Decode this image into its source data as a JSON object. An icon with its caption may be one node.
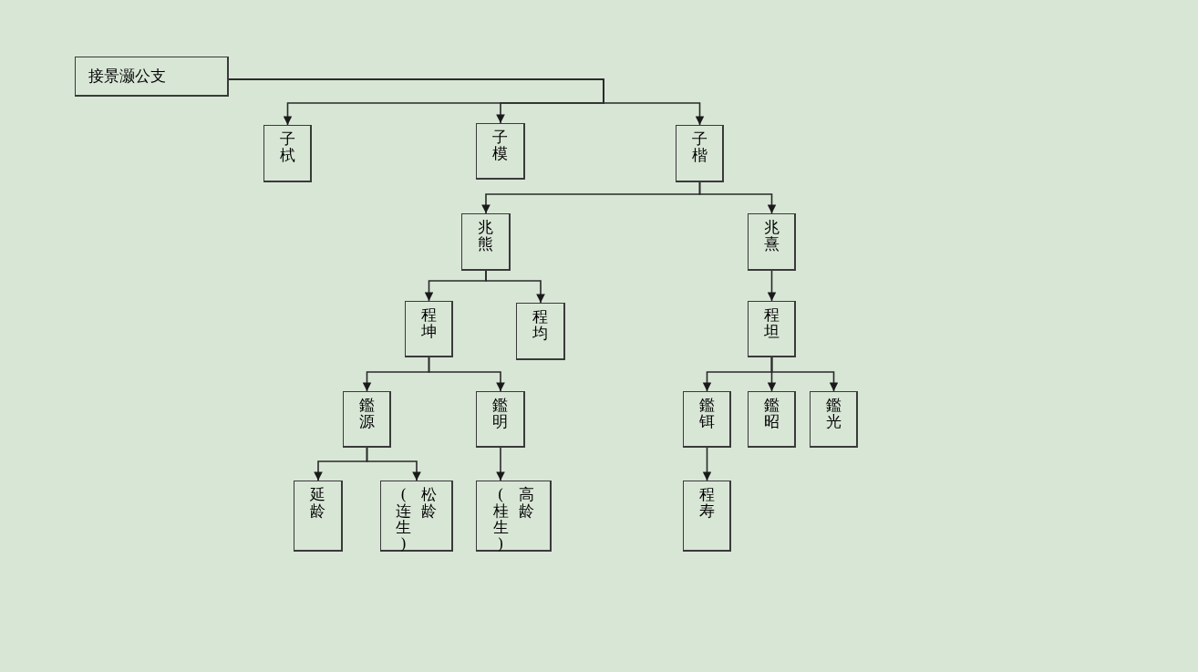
{
  "diagram": {
    "nodes": [
      {
        "text": [
          "接景灏公支"
        ]
      },
      {
        "text": [
          "子栻"
        ]
      },
      {
        "text": [
          "子模"
        ]
      },
      {
        "text": [
          "子楷"
        ]
      },
      {
        "text": [
          "兆熊"
        ]
      },
      {
        "text": [
          "兆熹"
        ]
      },
      {
        "text": [
          "程坤"
        ]
      },
      {
        "text": [
          "程均"
        ]
      },
      {
        "text": [
          "程坦"
        ]
      },
      {
        "text": [
          "鑑源"
        ]
      },
      {
        "text": [
          "鑑明"
        ]
      },
      {
        "text": [
          "鑑铒"
        ]
      },
      {
        "text": [
          "鑑昭"
        ]
      },
      {
        "text": [
          "鑑光"
        ]
      },
      {
        "text": [
          "延龄"
        ]
      },
      {
        "text": [
          "(连生)",
          "松龄"
        ]
      },
      {
        "text": [
          "(桂生)",
          "高龄"
        ]
      },
      {
        "text": [
          "程寿"
        ]
      }
    ],
    "edges": [
      {
        "from": 0,
        "to": 1,
        "arrow": "to"
      },
      {
        "from": 0,
        "to": 2,
        "arrow": "to"
      },
      {
        "from": 0,
        "to": 3,
        "arrow": "to"
      },
      {
        "from": 3,
        "to": 4,
        "arrow": "to"
      },
      {
        "from": 3,
        "to": 5,
        "arrow": "to"
      },
      {
        "from": 4,
        "to": 6,
        "arrow": "to"
      },
      {
        "from": 4,
        "to": 7,
        "arrow": "to"
      },
      {
        "from": 5,
        "to": 8,
        "arrow": "to"
      },
      {
        "from": 6,
        "to": 9,
        "arrow": "to"
      },
      {
        "from": 6,
        "to": 10,
        "arrow": "to"
      },
      {
        "from": 8,
        "to": 11,
        "arrow": "to"
      },
      {
        "from": 8,
        "to": 12,
        "arrow": "to"
      },
      {
        "from": 8,
        "to": 13,
        "arrow": "to"
      },
      {
        "from": 9,
        "to": 14,
        "arrow": "to"
      },
      {
        "from": 9,
        "to": 15,
        "arrow": "to"
      },
      {
        "from": 10,
        "to": 16,
        "arrow": "to"
      },
      {
        "from": 11,
        "to": 17,
        "arrow": "to"
      }
    ]
  }
}
